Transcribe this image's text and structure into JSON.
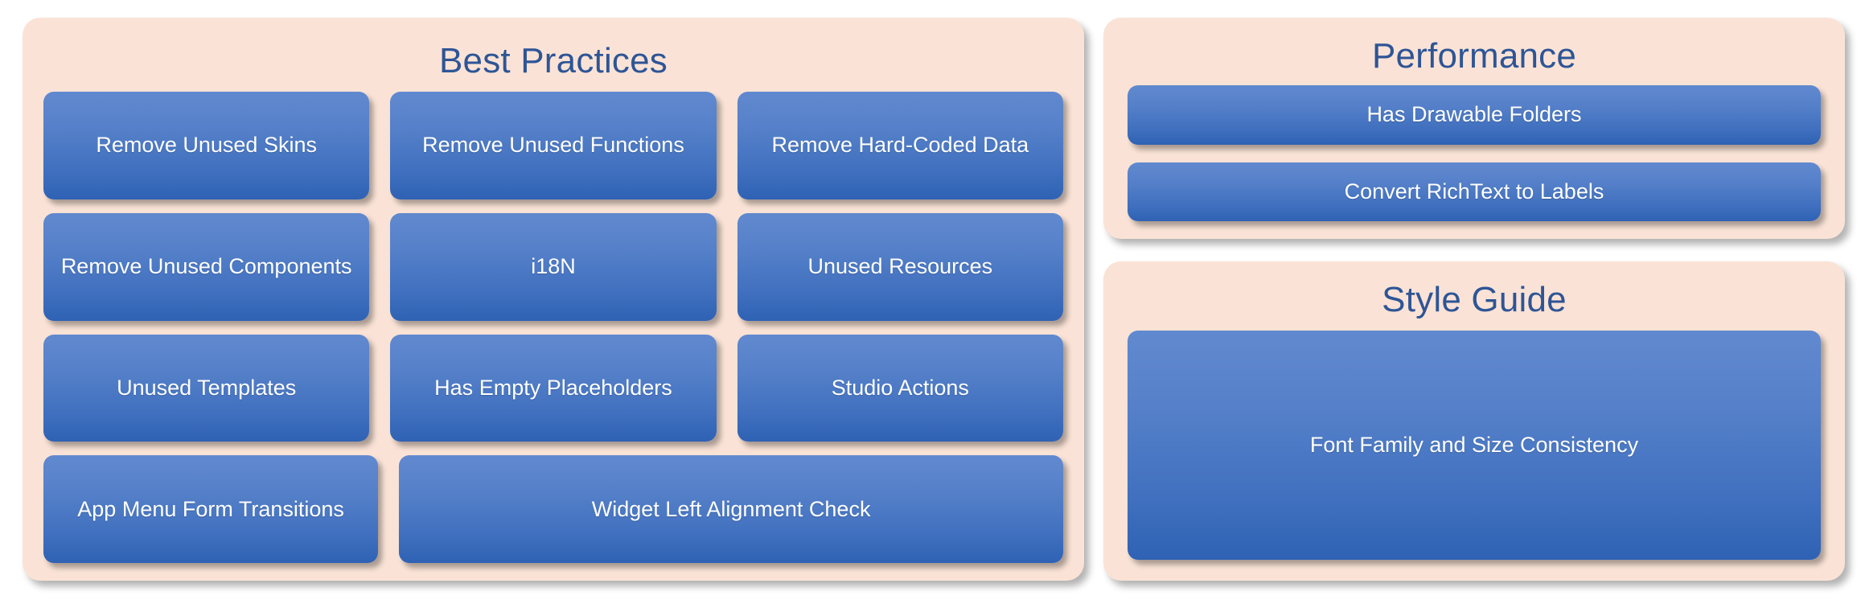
{
  "theme": {
    "panel_bg": "#FAE3D6",
    "panel_title_color": "#2E5596",
    "chip_gradient_top": "#6189CF",
    "chip_gradient_bottom": "#2F62B4",
    "chip_text_color": "#FFFFFF",
    "canvas_bg": "#FFFFFF"
  },
  "panels": {
    "best_practices": {
      "title": "Best Practices",
      "rows": [
        [
          {
            "label": "Remove Unused Skins",
            "span": 1
          },
          {
            "label": "Remove Unused Functions",
            "span": 1
          },
          {
            "label": "Remove Hard-Coded Data",
            "span": 1
          }
        ],
        [
          {
            "label": "Remove Unused Components",
            "span": 1
          },
          {
            "label": "i18N",
            "span": 1
          },
          {
            "label": "Unused Resources",
            "span": 1
          }
        ],
        [
          {
            "label": "Unused Templates",
            "span": 1
          },
          {
            "label": "Has Empty Placeholders",
            "span": 1
          },
          {
            "label": "Studio Actions",
            "span": 1
          }
        ],
        [
          {
            "label": "App Menu Form Transitions",
            "span": 1
          },
          {
            "label": "Widget Left Alignment Check",
            "span": 2
          }
        ]
      ]
    },
    "performance": {
      "title": "Performance",
      "items": [
        {
          "label": "Has Drawable Folders"
        },
        {
          "label": "Convert RichText to Labels"
        }
      ]
    },
    "style_guide": {
      "title": "Style Guide",
      "items": [
        {
          "label": "Font Family and Size Consistency"
        }
      ]
    }
  }
}
